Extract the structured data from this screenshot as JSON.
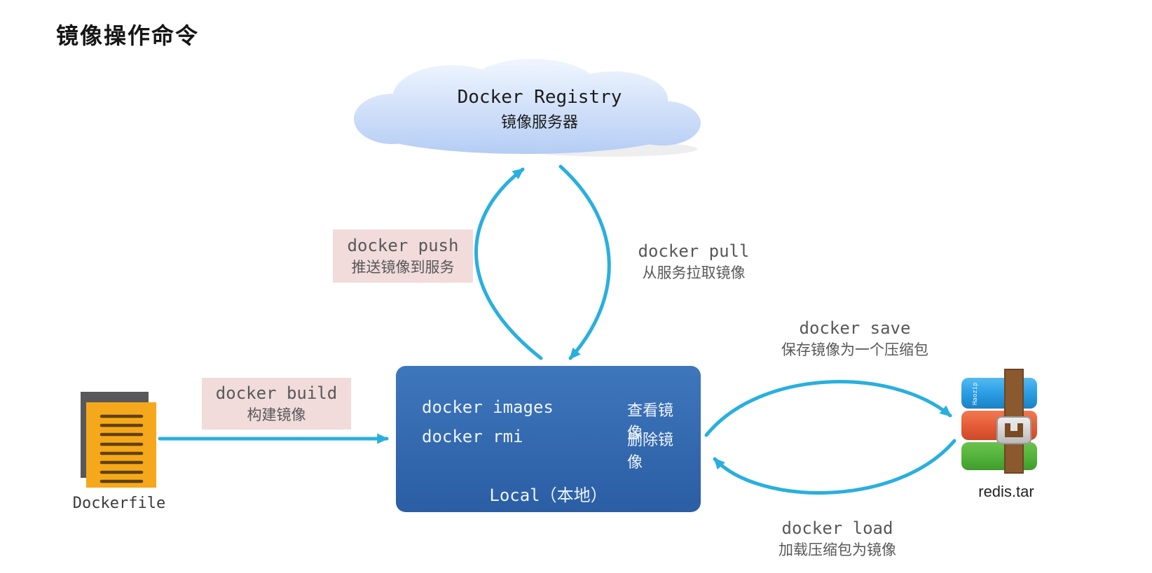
{
  "title": "镜像操作命令",
  "colors": {
    "arrow": "#29afdf",
    "box_top": "#3e76bc",
    "box_bottom": "#2b5ea4",
    "pink_bg": "#f1dcdb",
    "text_gray": "#58585a"
  },
  "registry": {
    "title": "Docker Registry",
    "subtitle": "镜像服务器"
  },
  "commands": {
    "push": {
      "cmd": "docker push",
      "desc": "推送镜像到服务"
    },
    "pull": {
      "cmd": "docker pull",
      "desc": "从服务拉取镜像"
    },
    "build": {
      "cmd": "docker build",
      "desc": "构建镜像"
    },
    "save": {
      "cmd": "docker save",
      "desc": "保存镜像为一个压缩包"
    },
    "load": {
      "cmd": "docker load",
      "desc": "加载压缩包为镜像"
    }
  },
  "local_box": {
    "rows": [
      {
        "cmd": "docker images",
        "desc": "查看镜像"
      },
      {
        "cmd": "docker rmi",
        "desc": "删除镜像"
      }
    ],
    "caption": "Local（本地）"
  },
  "dockerfile": {
    "label": "Dockerfile"
  },
  "archive": {
    "label": "redis.tar",
    "logo_text": "Haozip"
  }
}
